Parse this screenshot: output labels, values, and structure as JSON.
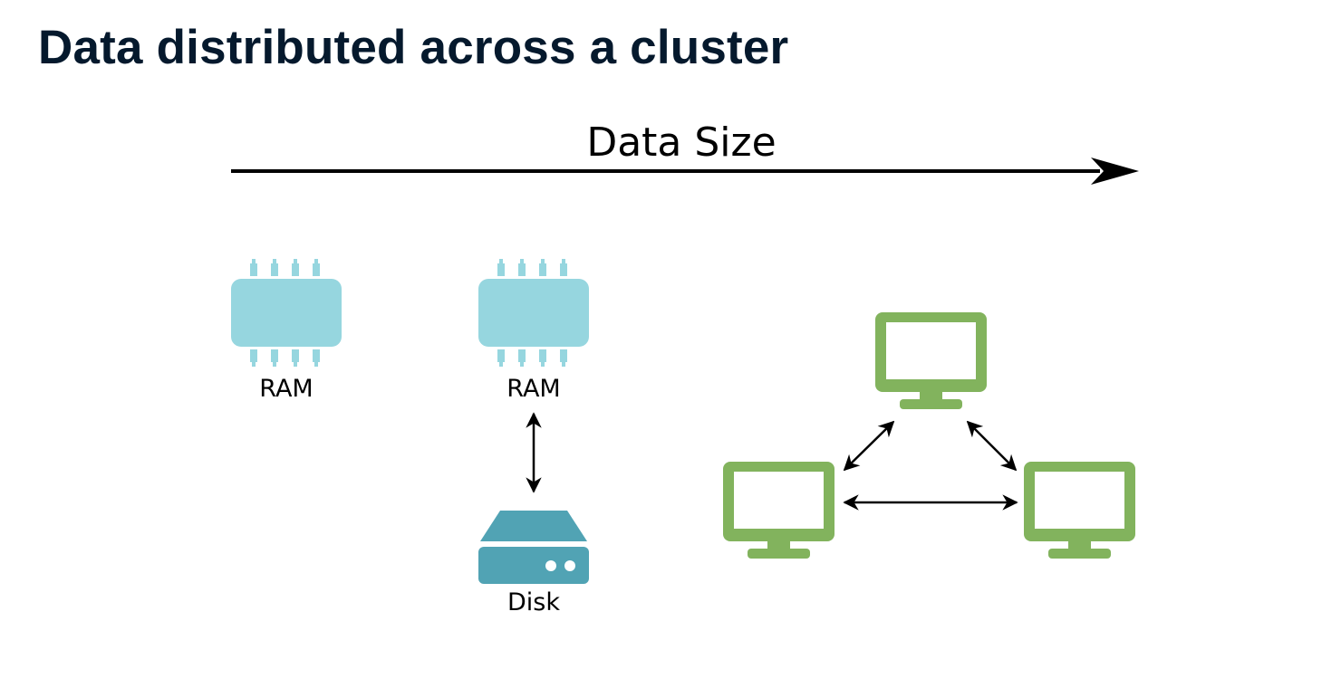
{
  "title": "Data distributed across a cluster",
  "axis": {
    "label": "Data Size"
  },
  "stages": [
    {
      "id": "single-ram",
      "labels": [
        "RAM"
      ]
    },
    {
      "id": "ram-with-disk",
      "labels": [
        "RAM",
        "Disk"
      ]
    },
    {
      "id": "cluster",
      "labels": []
    }
  ],
  "colors": {
    "title": "#05192d",
    "ram": "#96d6df",
    "disk": "#51a3b4",
    "computer": "#82b35d",
    "arrow": "#000000"
  },
  "icons": [
    "ram-chip-icon",
    "disk-drive-icon",
    "computer-monitor-icon"
  ]
}
